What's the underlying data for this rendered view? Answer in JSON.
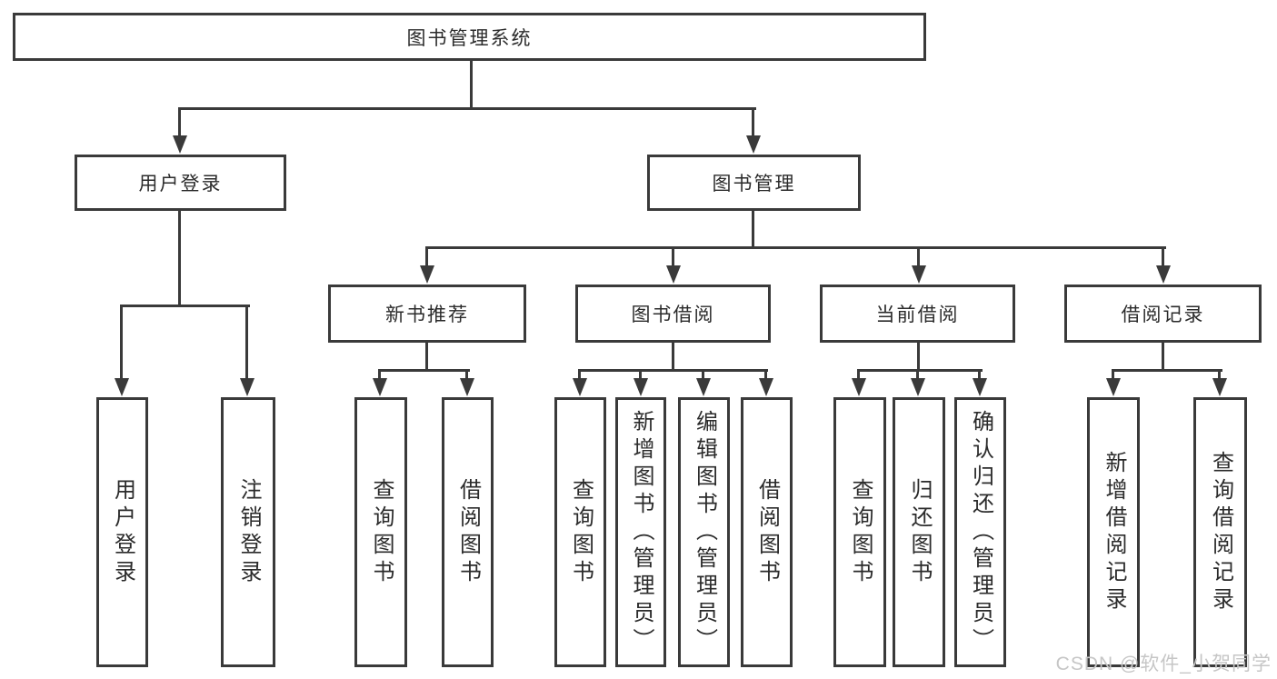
{
  "diagram": {
    "type": "hierarchy-tree",
    "orientation": "top-down",
    "colors": {
      "line": "#3a3a3a",
      "border": "#3a3a3a",
      "text": "#2b2b2b",
      "background": "#ffffff",
      "watermark": "#c6c6c6"
    }
  },
  "tree": {
    "root": {
      "label": "图书管理系统"
    },
    "branches": [
      {
        "label": "用户登录",
        "children": [
          "用户登录",
          "注销登录"
        ]
      },
      {
        "label": "图书管理",
        "groups": [
          {
            "label": "新书推荐",
            "children": [
              "查询图书",
              "借阅图书"
            ]
          },
          {
            "label": "图书借阅",
            "children": [
              "查询图书",
              "新增图书（管理员）",
              "编辑图书（管理员）",
              "借阅图书"
            ]
          },
          {
            "label": "当前借阅",
            "children": [
              "查询图书",
              "归还图书",
              "确认归还（管理员）"
            ]
          },
          {
            "label": "借阅记录",
            "children": [
              "新增借阅记录",
              "查询借阅记录"
            ]
          }
        ]
      }
    ]
  },
  "watermark": "CSDN @软件_小贺同学"
}
